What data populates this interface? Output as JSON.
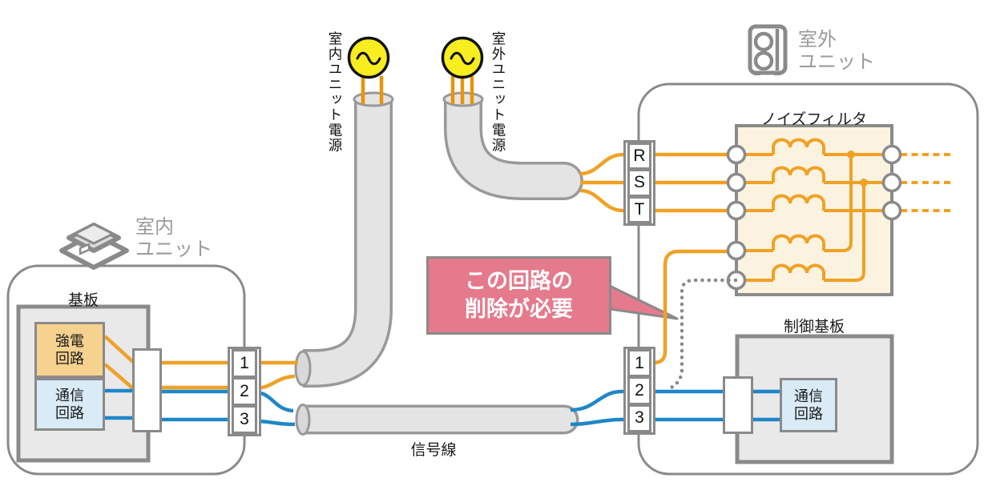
{
  "diagram": {
    "indoor_power_label": "室内ユニット電源",
    "outdoor_power_label": "室外ユニット電源",
    "signal_line_label": "信号線",
    "indoor_unit": {
      "name_line1": "室内",
      "name_line2": "ユニット",
      "board_label": "基板",
      "power_circuit": {
        "line1": "強電",
        "line2": "回路"
      },
      "comm_circuit": {
        "line1": "通信",
        "line2": "回路"
      },
      "terminals": [
        "1",
        "2",
        "3"
      ]
    },
    "outdoor_unit": {
      "name_line1": "室外",
      "name_line2": "ユニット",
      "noise_filter_label": "ノイズフィルタ",
      "control_board_label": "制御基板",
      "comm_circuit": {
        "line1": "通信",
        "line2": "回路"
      },
      "power_terminals": [
        "R",
        "S",
        "T"
      ],
      "terminals": [
        "1",
        "2",
        "3"
      ]
    },
    "callout": {
      "line1": "この回路の",
      "line2": "削除が必要"
    },
    "ac_source_symbol": "~",
    "colors": {
      "power_wire_orange": "#F0A125",
      "comm_wire_blue": "#1E87C8",
      "callout_pink": "#E57A8C",
      "noise_filter_bg": "#FBF3DF",
      "power_circuit_bg": "#F6D28F",
      "comm_circuit_bg": "#D9EBF7",
      "ac_source_yellow": "#F8ED1F",
      "cable_gray": "#E4E4E4",
      "outline_gray": "#8A8A8A"
    }
  }
}
